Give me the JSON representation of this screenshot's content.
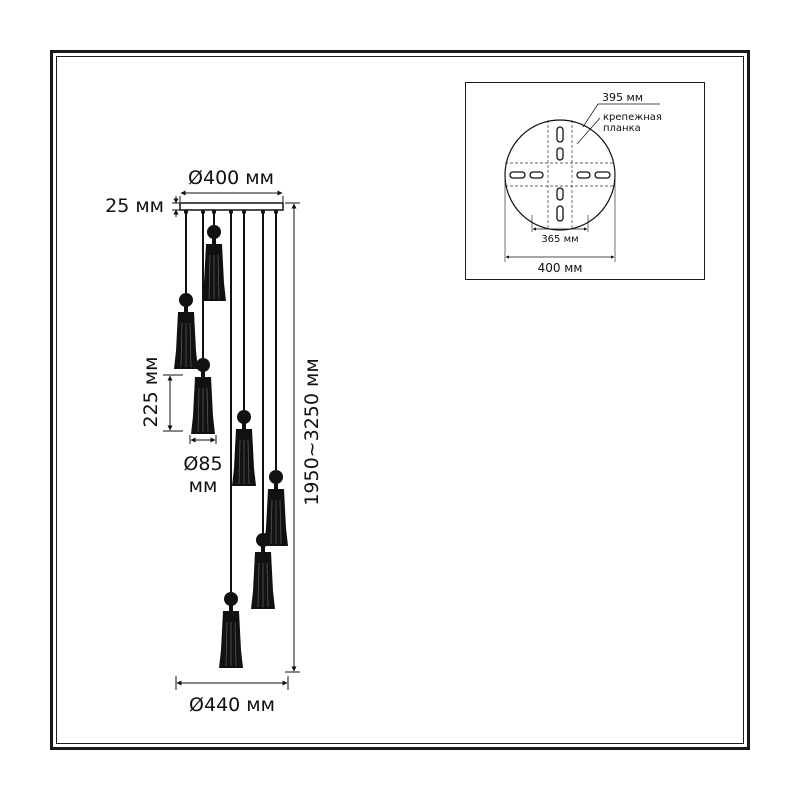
{
  "labels": {
    "canopy_diameter": "Ø400 мм",
    "canopy_thickness": "25 мм",
    "shade_height": "225 мм",
    "shade_diameter_value": "Ø85",
    "shade_diameter_unit": "мм",
    "total_height": "1950~3250 мм",
    "overall_diameter": "Ø440 мм"
  },
  "inset": {
    "plate_diameter": "395 мм",
    "bracket_line1": "крепежная",
    "bracket_line2": "планка",
    "hole_spacing": "365 мм",
    "canopy_diameter": "400 мм"
  },
  "colors": {
    "ink": "#111111",
    "frame": "#1a1a1a"
  }
}
